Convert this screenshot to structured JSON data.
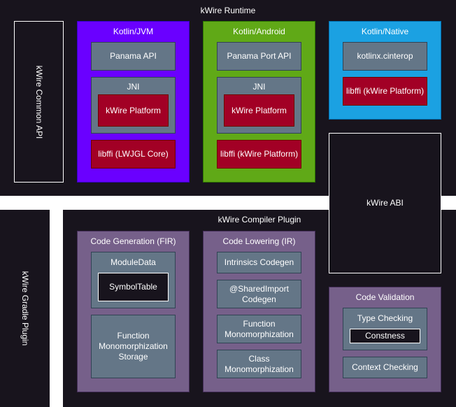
{
  "runtime": {
    "title": "kWire Runtime",
    "common_api": "kWire Common API",
    "jvm": {
      "title": "Kotlin/JVM",
      "panama": "Panama API",
      "jni": {
        "title": "JNI",
        "platform": "kWire Platform"
      },
      "libffi": "libffi (LWJGL Core)"
    },
    "android": {
      "title": "Kotlin/Android",
      "panama": "Panama Port API",
      "jni": {
        "title": "JNI",
        "platform": "kWire Platform"
      },
      "libffi": "libffi (kWire Platform)"
    },
    "native": {
      "title": "Kotlin/Native",
      "cinterop": "kotlinx.cinterop",
      "libffi": "libffi (kWire Platform)"
    },
    "abi": "kWire ABI"
  },
  "gradle_plugin": "kWire Gradle Plugin",
  "compiler": {
    "title": "kWire Compiler Plugin",
    "codegen": {
      "title": "Code Generation (FIR)",
      "module": {
        "title": "ModuleData",
        "symbol_table": "SymbolTable"
      },
      "mono_storage": "Function Monomorphization Storage"
    },
    "lowering": {
      "title": "Code Lowering (IR)",
      "intrinsics": "Intrinsics Codegen",
      "shared_import": "@SharedImport Codegen",
      "function_mono": "Function Monomorphization",
      "class_mono": "Class Monomorphization"
    },
    "validation": {
      "title": "Code Validation",
      "type_checking": {
        "title": "Type Checking",
        "constness": "Constness"
      },
      "context_checking": "Context Checking"
    }
  },
  "colors": {
    "dark": "#18141d",
    "jvm": "#6a00ff",
    "android": "#60a917",
    "native": "#1ba1e2",
    "slate": "#647687",
    "crimson": "#a20025",
    "plum": "#76608a"
  }
}
